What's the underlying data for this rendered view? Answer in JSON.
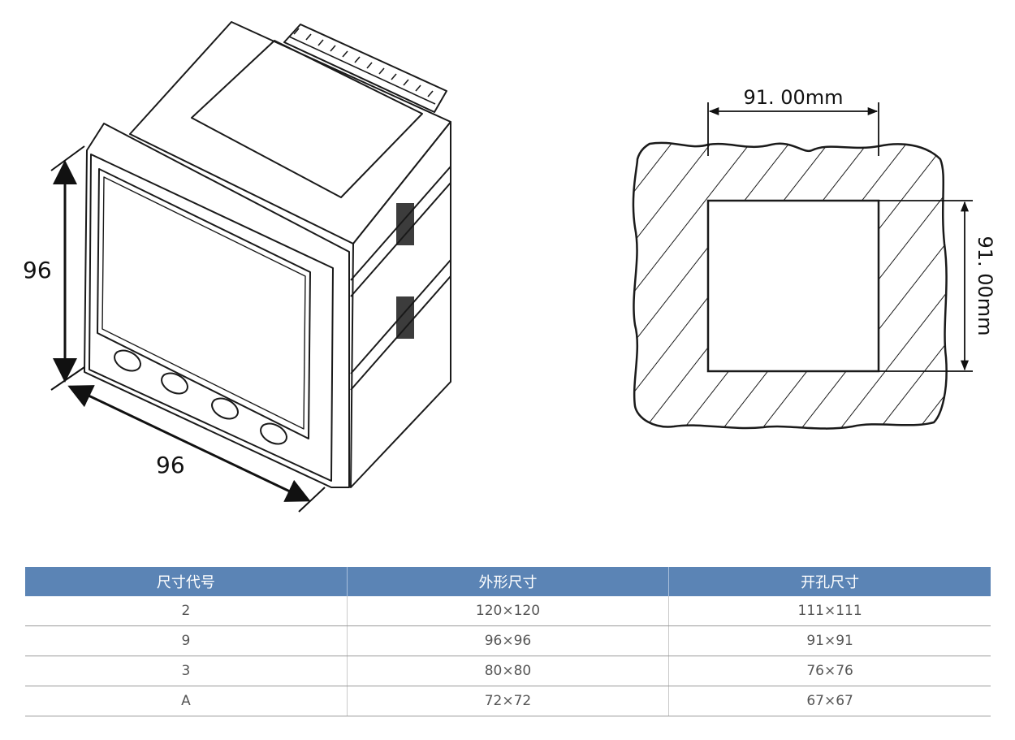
{
  "meter": {
    "height_label": "96",
    "width_label": "96"
  },
  "cutout": {
    "width_label": "91. 00mm",
    "height_label": "91. 00mm"
  },
  "table": {
    "headers": [
      "尺寸代号",
      "外形尺寸",
      "开孔尺寸"
    ],
    "rows": [
      [
        "2",
        "120×120",
        "111×111"
      ],
      [
        "9",
        "96×96",
        "91×91"
      ],
      [
        "3",
        "80×80",
        "76×76"
      ],
      [
        "A",
        "72×72",
        "67×67"
      ]
    ]
  },
  "colors": {
    "header_bg": "#5b84b5",
    "header_text": "#ffffff",
    "line": "#1a1a1a"
  }
}
